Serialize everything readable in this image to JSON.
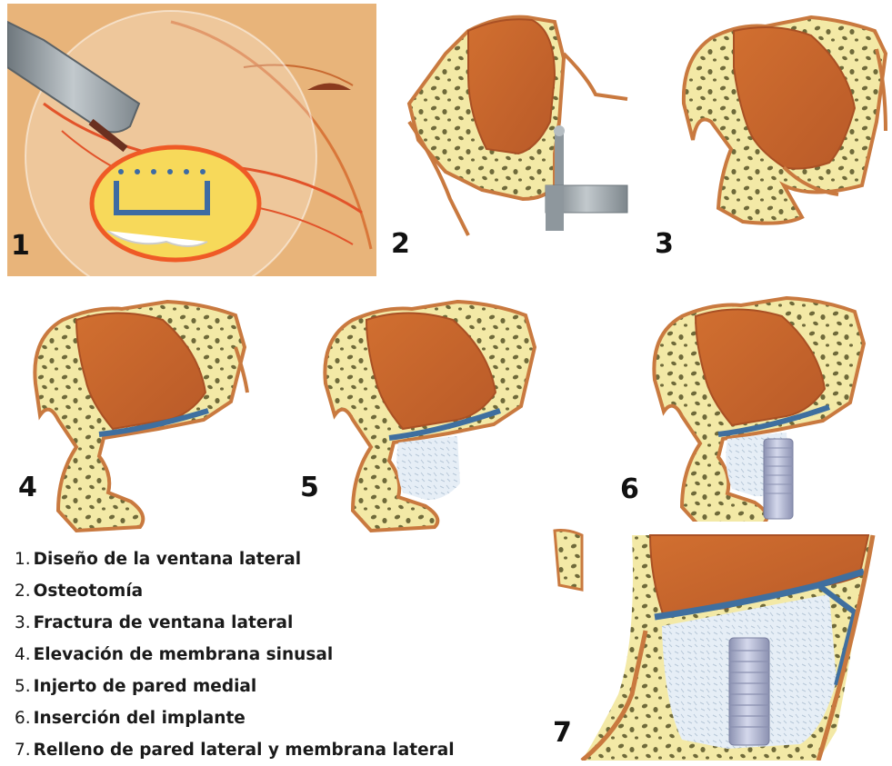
{
  "panels": [
    {
      "id": "1",
      "number": "1"
    },
    {
      "id": "2",
      "number": "2"
    },
    {
      "id": "3",
      "number": "3"
    },
    {
      "id": "4",
      "number": "4"
    },
    {
      "id": "5",
      "number": "5"
    },
    {
      "id": "6",
      "number": "6"
    },
    {
      "id": "7",
      "number": "7"
    }
  ],
  "legend": [
    {
      "num": "1.",
      "text": "Diseño de la ventana lateral"
    },
    {
      "num": "2.",
      "text": "Osteotomía"
    },
    {
      "num": "3.",
      "text": "Fractura de ventana lateral"
    },
    {
      "num": "4.",
      "text": "Elevación de membrana sinusal"
    },
    {
      "num": "5.",
      "text": "Injerto de pared medial"
    },
    {
      "num": "6.",
      "text": "Inserción del implante"
    },
    {
      "num": "7.",
      "text": "Relleno de pared lateral y membrana lateral"
    }
  ],
  "colors": {
    "bone": "#f3e9a6",
    "bone_spots": "#6f6a3a",
    "sinus": "#c8672e",
    "cortical": "#c9793f",
    "membrane": "#3f6f9f",
    "graft": "#dfe9f3",
    "implant": "#a7adc9",
    "instrument": "#8e979d"
  }
}
